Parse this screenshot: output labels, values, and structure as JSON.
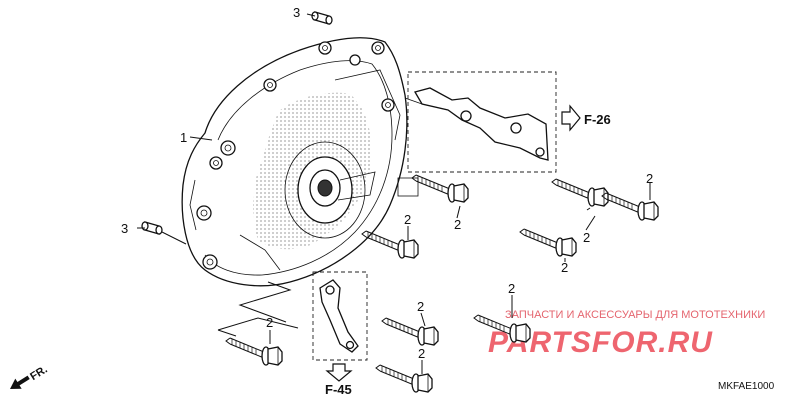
{
  "callouts": {
    "cover": "1",
    "bolt": "2",
    "dowel": "3"
  },
  "references": {
    "f26": "F-26",
    "f45": "F-45",
    "fr": "FR."
  },
  "diagram_code": "MKFAE1000",
  "watermark": {
    "top_text": "ЗАПЧАСТИ И АКСЕССУАРЫ ДЛЯ МОТОТЕХНИКИ",
    "brand": "PARTSFOR.RU"
  },
  "parts": [
    {
      "id": "1",
      "name": "cover"
    },
    {
      "id": "2",
      "name": "bolt"
    },
    {
      "id": "3",
      "name": "dowel"
    }
  ]
}
